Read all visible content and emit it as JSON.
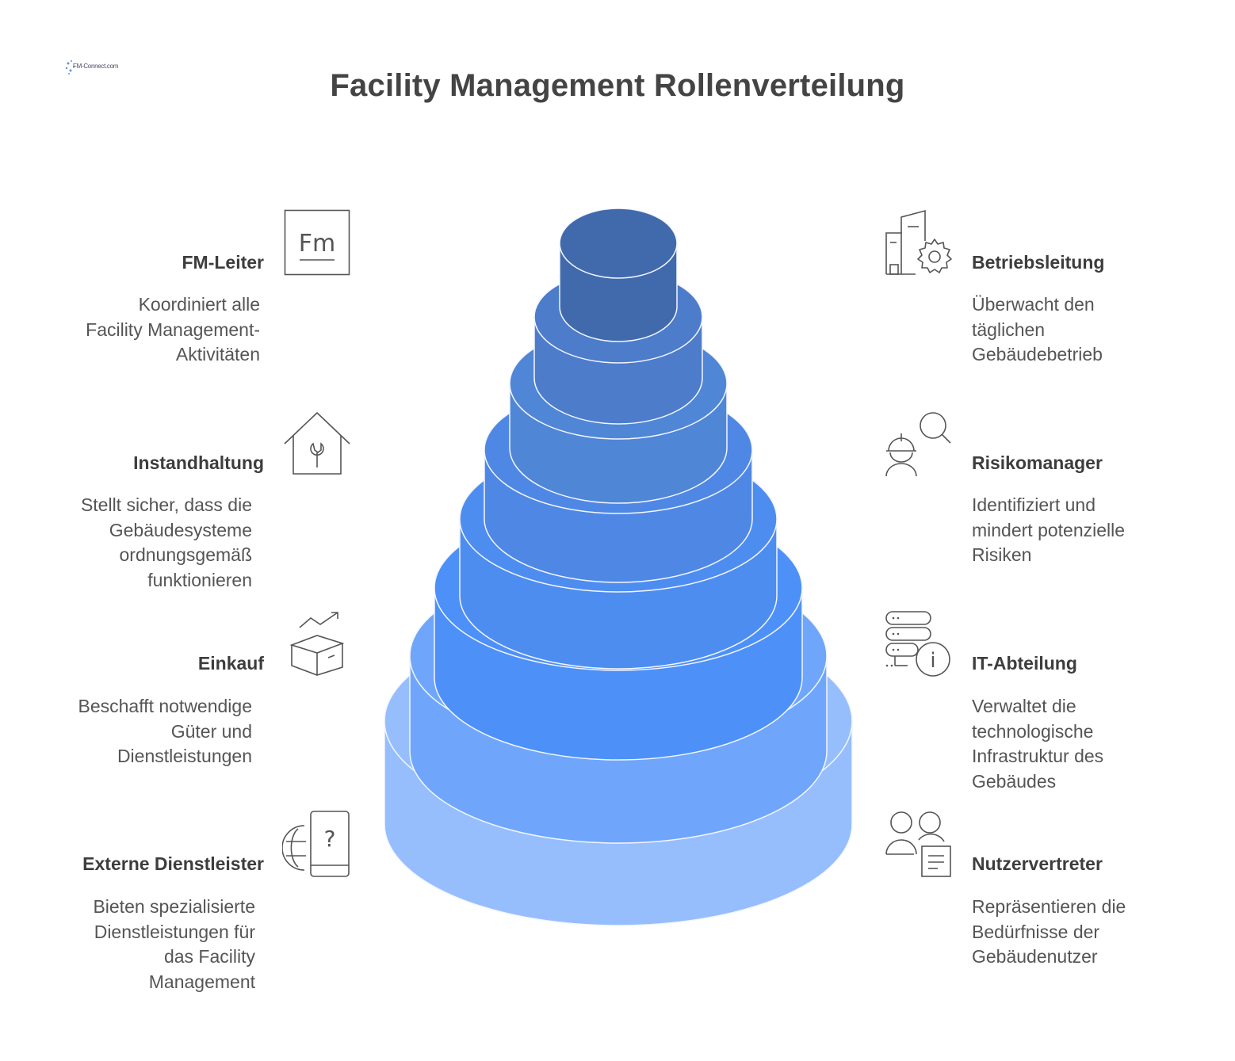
{
  "header": {
    "title": "Facility Management Rollenverteilung",
    "logo_text": "FM-Connect.com"
  },
  "colors": {
    "layer_tiers": [
      "#416aad",
      "#4d7ccb",
      "#5086d6",
      "#4f88e4",
      "#4e8df0",
      "#4d91f8",
      "#6fa6fb",
      "#96befd"
    ],
    "line": "#f3f6ff",
    "icon_stroke": "#555555"
  },
  "roles_left": [
    {
      "title": "FM-Leiter",
      "desc": "Koordiniert alle\nFacility Management-\nAktivitäten",
      "icon": "fm-badge-icon",
      "icon_text": "Fm"
    },
    {
      "title": "Instandhaltung",
      "desc": "Stellt sicher, dass die\nGebäudesysteme\nordnungsgemäß\nfunktionieren",
      "icon": "house-wrench-icon"
    },
    {
      "title": "Einkauf",
      "desc": "Beschafft notwendige\nGüter und\nDienstleistungen",
      "icon": "box-growth-icon"
    },
    {
      "title": "Externe Dienstleister",
      "desc": "Bieten spezialisierte\nDienstleistungen für\ndas Facility\nManagement",
      "icon": "globe-phone-question-icon",
      "icon_text": "?"
    }
  ],
  "roles_right": [
    {
      "title": "Betriebsleitung",
      "desc": "Überwacht den\ntäglichen\nGebäudebetrieb",
      "icon": "building-gear-icon"
    },
    {
      "title": "Risikomanager",
      "desc": "Identifiziert und\nmindert potenzielle\nRisiken",
      "icon": "worker-search-icon"
    },
    {
      "title": "IT-Abteilung",
      "desc": "Verwaltet die\ntechnologische\nInfrastruktur des\nGebäudes",
      "icon": "server-info-icon",
      "icon_text": "i"
    },
    {
      "title": "Nutzervertreter",
      "desc": "Repräsentieren die\nBedürfnisse der\nGebäudenutzer",
      "icon": "users-document-icon"
    }
  ]
}
